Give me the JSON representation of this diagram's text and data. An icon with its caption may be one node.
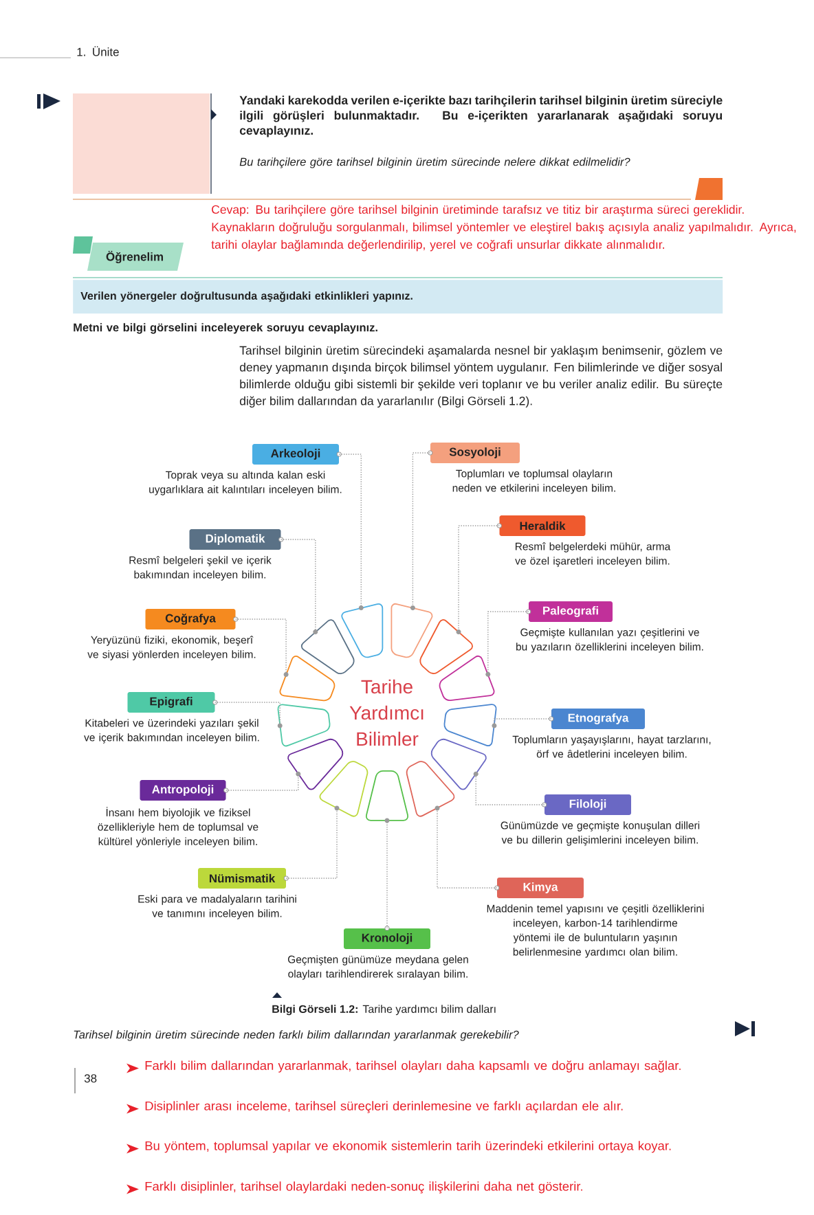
{
  "diagram": {
    "caption": "**Bilgi Görseli 1.2:** Tarihe yardımcı bilim dalları",
    "nodes": [
      {
        "text": [
          "Öğrenelim"
        ]
      },
      {
        "text": [
          "Verilen yönergeler doğrultusunda aşağıdaki etkinlikleri yapınız."
        ]
      },
      {
        "text": [
          "Arkeoloji",
          "Toprak veya su altında kalan eski uygarlıklara ait kalıntıları inceleyen bilim."
        ]
      },
      {
        "text": [
          "Sosyoloji",
          "Toplumları ve toplumsal olayların neden ve etkilerini inceleyen bilim."
        ]
      },
      {
        "text": [
          "Heraldik",
          "Resmî belgelerdeki mühür, arma ve özel işaretleri inceleyen bilim."
        ]
      },
      {
        "text": [
          "Diplomatik",
          "Resmî belgeleri şekil ve içerik bakımından inceleyen bilim."
        ]
      },
      {
        "text": [
          "Paleografi",
          "Geçmişte kullanılan yazı çeşitlerini ve bu yazıların özelliklerini inceleyen bilim."
        ]
      },
      {
        "text": [
          "Coğrafya",
          "Yeryüzünü fiziki, ekonomik, beşerî ve siyasi yönlerden inceleyen bilim."
        ]
      },
      {
        "text": [
          "Epigrafi",
          "Kitabeleri ve üzerindeki yazıları şekil ve içerik bakımından inceleyen bilim."
        ]
      },
      {
        "text": [
          "Etnografya",
          "Toplumların yaşayışlarını, hayat tarzlarını, örf ve âdetlerini inceleyen bilim."
        ]
      },
      {
        "text": [
          "Antropoloji",
          "İnsanı hem biyolojik ve fiziksel özellikleriyle hem de toplumsal ve kültürel yönleriyle inceleyen bilim."
        ]
      },
      {
        "text": [
          "Filoloji",
          "Günümüzde ve geçmişte konuşulan dilleri ve bu dillerin gelişimlerini inceleyen bilim."
        ]
      },
      {
        "text": [
          "Nümismatik",
          "Eski para ve madalyaların tarihini ve tanımını inceleyen bilim."
        ]
      },
      {
        "text": [
          "Kimya",
          "Maddenin temel yapısını ve çeşitli özelliklerini inceleyen, karbon-14 tarihlendirme yöntemi ile de buluntuların yaşının belirlenmesine yardımcı olan bilim."
        ]
      },
      {
        "text": [
          "Kronoloji",
          "Geçmişten günümüze meydana gelen olayları tarihlendirerek sıralayan bilim."
        ]
      },
      {
        "text": [
          "Tarihe Yardımcı Bilimler"
        ]
      },
      {
        "text": [],
        "shape": "box"
      },
      {
        "text": [],
        "shape": "box"
      },
      {
        "text": [],
        "shape": "box"
      },
      {
        "text": [],
        "shape": "box"
      },
      {
        "text": [],
        "shape": "box"
      },
      {
        "text": [],
        "shape": "box"
      },
      {
        "text": [],
        "shape": "box"
      },
      {
        "text": [],
        "shape": "box"
      },
      {
        "text": [],
        "shape": "box"
      },
      {
        "text": [],
        "shape": "box"
      },
      {
        "text": [],
        "shape": "box"
      },
      {
        "text": [],
        "shape": "box"
      },
      {
        "text": [],
        "shape": "box"
      }
    ],
    "edges": [
      {
        "from": 2,
        "to": 21,
        "arrow": "none"
      },
      {
        "from": 3,
        "to": 23,
        "arrow": "none"
      },
      {
        "from": 4,
        "to": 25,
        "arrow": "none"
      },
      {
        "from": 5,
        "to": 19,
        "arrow": "none"
      },
      {
        "from": 6,
        "to": 27,
        "arrow": "none"
      },
      {
        "from": 7,
        "to": 17,
        "arrow": "none"
      },
      {
        "from": 8,
        "to": 16,
        "arrow": "none"
      },
      {
        "from": 9,
        "to": 28,
        "arrow": "none"
      },
      {
        "from": 10,
        "to": 18,
        "arrow": "none"
      },
      {
        "from": 11,
        "to": 26,
        "arrow": "none"
      },
      {
        "from": 12,
        "to": 20,
        "arrow": "none"
      },
      {
        "from": 13,
        "to": 24,
        "arrow": "none"
      },
      {
        "from": 14,
        "to": 22,
        "arrow": "none"
      }
    ],
    "labels": [
      "1. Ünite",
      "Yandaki karekodda verilen e-içerikte bazı tarihçilerin tarihsel bilginin üretim süreciyle ilgili görüşleri bulunmaktadır. Bu e-içerikten yararlanarak aşağıdaki soruyu cevaplayınız.",
      "Bu tarihçilere göre tarihsel bilginin üretim sürecinde nelere dikkat edilmelidir?",
      "Cevap: Bu tarihçilere göre tarihsel bilginin üretiminde tarafsız ve titiz bir araştırma süreci gereklidir. Kaynakların doğruluğu sorgulanmalı, bilimsel yöntemler ve eleştirel bakış açısıyla analiz yapılmalıdır. Ayrıca, tarihi olaylar bağlamında değerlendirilip, yerel ve coğrafi unsurlar dikkate alınmalıdır.",
      "Metni ve bilgi görselini inceleyerek soruyu cevaplayınız.",
      "Tarihsel bilginin üretim sürecindeki aşamalarda nesnel bir yaklaşım benimsenir, gözlem ve deney yapmanın dışında birçok bilimsel yöntem uygulanır. Fen bilimlerinde ve diğer sosyal bilimlerde olduğu gibi sistemli bir şekilde veri toplanır ve bu veriler analiz edilir. Bu süreçte diğer bilim dallarından da yararlanılır (Bilgi Görseli 1.2).",
      "Tarihsel bilginin üretim sürecinde neden farklı bilim dallarından yararlanmak gerekebilir?",
      "Farklı bilim dallarından yararlanmak, tarihsel olayları daha kapsamlı ve doğru anlamayı sağlar.",
      "Disiplinler arası inceleme, tarihsel süreçleri derinlemesine ve farklı açılardan ele alır.",
      "Bu yöntem, toplumsal yapılar ve ekonomik sistemlerin tarih üzerindeki etkilerini ortaya koyar.",
      "Farklı disiplinler, tarihsel olaylardaki neden-sonuç ilişkilerini daha net gösterir.",
      "38"
    ]
  }
}
